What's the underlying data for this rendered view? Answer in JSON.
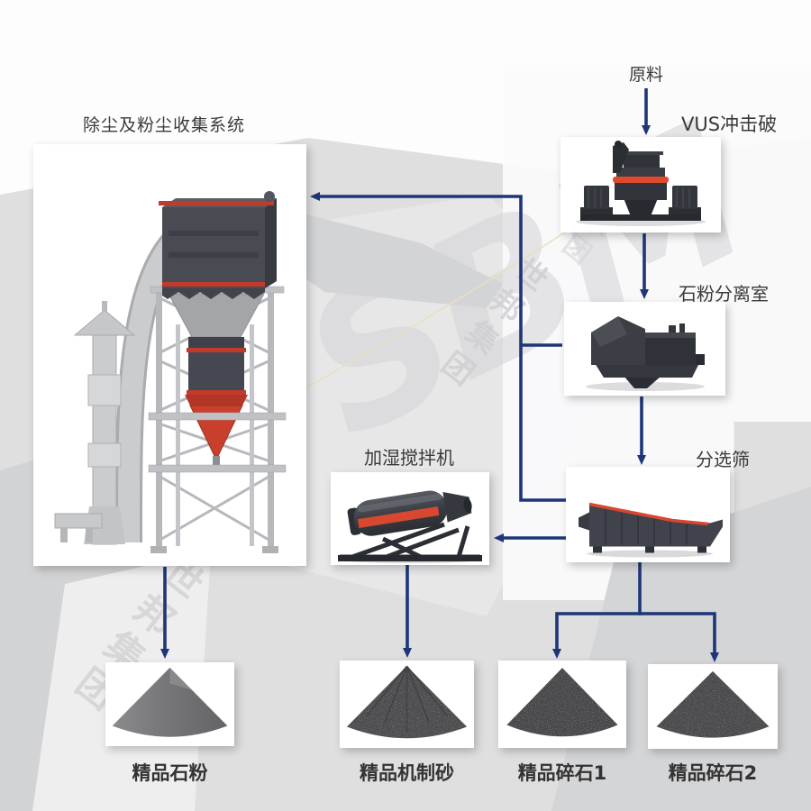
{
  "watermark": {
    "brand": "SBM",
    "company": "世邦集团"
  },
  "labels": {
    "dust_system": "除尘及粉尘收集系统",
    "raw_material": "原料",
    "vus_crusher": "VUS冲击破",
    "separator": "石粉分离室",
    "screen": "分选筛",
    "mixer": "加湿搅拌机",
    "pile_stone_powder": "精品石粉",
    "pile_machine_sand": "精品机制砂",
    "pile_gravel_1": "精品碎石1",
    "pile_gravel_2": "精品碎石2"
  },
  "flow_edges": [
    {
      "from": "原料",
      "to": "VUS冲击破"
    },
    {
      "from": "VUS冲击破",
      "to": "石粉分离室"
    },
    {
      "from": "石粉分离室",
      "to": "分选筛"
    },
    {
      "from": "分选筛",
      "to": "加湿搅拌机"
    },
    {
      "from": "加湿搅拌机",
      "to": "精品机制砂"
    },
    {
      "from": "分选筛",
      "to": "精品碎石1"
    },
    {
      "from": "分选筛",
      "to": "精品碎石2"
    },
    {
      "from": "石粉分离室",
      "to": "除尘及粉尘收集系统"
    },
    {
      "from": "分选筛",
      "to": "除尘及粉尘收集系统"
    },
    {
      "from": "除尘及粉尘收集系统",
      "to": "精品石粉"
    }
  ],
  "colors": {
    "arrow": "#1e3678",
    "accent_red": "#d84730",
    "machine_dark": "#43464c",
    "label_text": "#3a3a3a",
    "background": "#dfdfe0"
  }
}
